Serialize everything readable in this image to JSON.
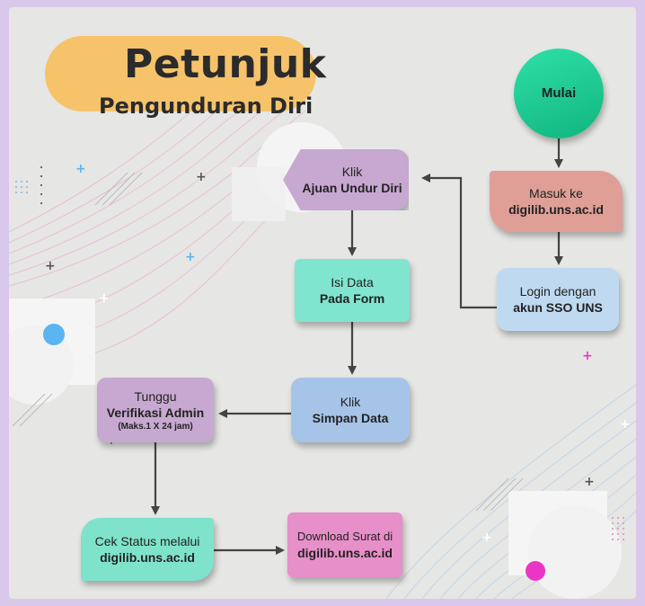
{
  "title": {
    "main": "Petunjuk",
    "sub": "Pengunduran Diri"
  },
  "nodes": {
    "start": {
      "label": "Mulai"
    },
    "masuk": {
      "line1": "Masuk ke",
      "line2": "digilib.uns.ac.id"
    },
    "login": {
      "line1": "Login dengan",
      "line2": "akun SSO UNS"
    },
    "ajuan": {
      "line1": "Klik",
      "line2": "Ajuan Undur Diri"
    },
    "isi_data": {
      "line1": "Isi Data",
      "line2": "Pada Form"
    },
    "simpan": {
      "line1": "Klik",
      "line2": "Simpan Data"
    },
    "tunggu": {
      "line1": "Tunggu",
      "line2": "Verifikasi Admin",
      "line3": "(Maks.1 X 24 jam)"
    },
    "cek": {
      "line1": "Cek Status melalui",
      "line2": "digilib.uns.ac.id"
    },
    "download": {
      "line1": "Download Surat di",
      "line2": "digilib.uns.ac.id"
    }
  },
  "colors": {
    "frame": "#d9c8ec",
    "background": "#e6e6e4",
    "title_pill": "#f6c36b",
    "start": "#19c48b",
    "masuk": "#df9f97",
    "login": "#bfd9f0",
    "ajuan": "#c7a8d1",
    "isi_data": "#7fe5cf",
    "simpan": "#a6c4e8",
    "tunggu": "#c7a8d1",
    "cek": "#7fe3cb",
    "download": "#e78fc8",
    "arrow": "#444444"
  }
}
